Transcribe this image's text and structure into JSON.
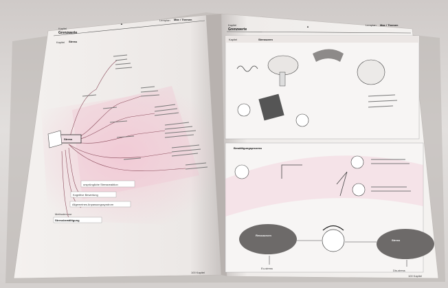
{
  "left_page": {
    "header_small": "Kapitel",
    "header_title": "Grenzwerte",
    "page_marker": "▲",
    "header_right_prefix": "Lernplan",
    "header_right": "Max / Themen",
    "section_label": "Kapitel",
    "section_title": "Stress",
    "center_node": "Stress",
    "bottom_items": [
      "ursprüngliche Stressreaktion",
      "Kognitive Bewertung",
      "Allgemeines Anpassungssyndrom",
      "Methoden zur",
      "Stressbewältigung"
    ],
    "footer": "100 Kapitel"
  },
  "right_page": {
    "header_small": "Kapitel",
    "header_title": "Grenzwerte",
    "page_marker": "▲",
    "header_right_prefix": "Lernplan",
    "header_right": "Max / Themen",
    "panel1_label": "Kapitel",
    "panel1_title": "Stressoren",
    "panel2_title": "Bewältigungsprozess",
    "oval_left_title": "Ressourcen",
    "oval_right_title": "Stress",
    "outcome_left": "Eu-stress",
    "outcome_right": "Dis-stress",
    "footer": "100 Kapitel"
  }
}
